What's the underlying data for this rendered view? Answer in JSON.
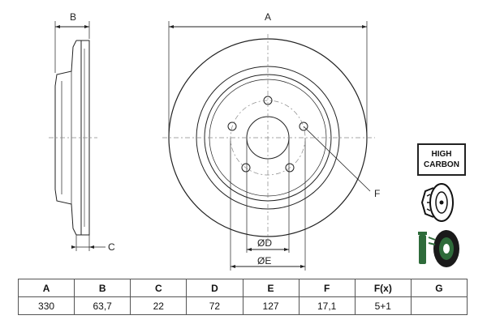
{
  "labels": {
    "a": "A",
    "b": "B",
    "c": "C",
    "d": "ØD",
    "e": "ØE",
    "f": "F"
  },
  "badge": {
    "line1": "HIGH",
    "line2": "CARBON"
  },
  "icons": [
    "high-carbon-badge",
    "vented-disc-icon",
    "coated-disc-icon"
  ],
  "colors": {
    "line": "#222222",
    "centerline": "#888888",
    "coating_green": "#2e6b3a"
  },
  "table": {
    "headers": [
      "A",
      "B",
      "C",
      "D",
      "E",
      "F",
      "F(x)",
      "G"
    ],
    "values": [
      "330",
      "63,7",
      "22",
      "72",
      "127",
      "17,1",
      "5+1",
      ""
    ]
  }
}
